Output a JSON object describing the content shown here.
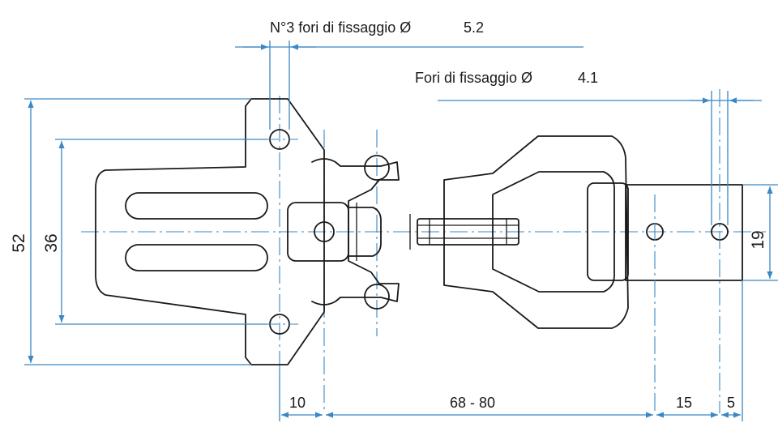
{
  "callouts": {
    "mount_holes_label": "N°3 fori di fissaggio Ø",
    "mount_holes_value": "5.2",
    "fixing_holes_label": "Fori di fissaggio Ø",
    "fixing_holes_value": "4.1"
  },
  "dimensions": {
    "overall_height": "52",
    "hole_spacing": "36",
    "latch_height": "19",
    "offset_10": "10",
    "stroke_range": "68 - 80",
    "hole_pitch": "15",
    "edge_distance": "5"
  },
  "colors": {
    "dimension_lines": "#3a87c4",
    "part_outline": "#1a1a1a",
    "background": "#ffffff"
  }
}
